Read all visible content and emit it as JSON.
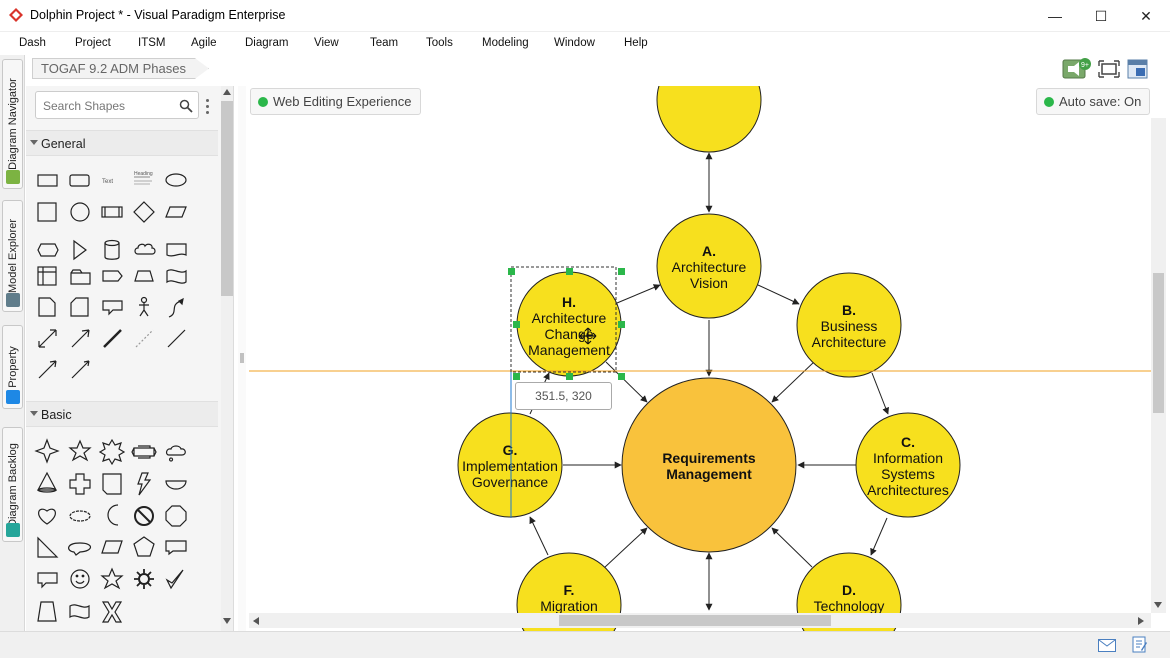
{
  "window": {
    "title": "Dolphin Project * - Visual Paradigm Enterprise",
    "minimize_glyph": "—",
    "maximize_glyph": "☐",
    "close_glyph": "✕"
  },
  "menu": [
    "Dash",
    "Project",
    "ITSM",
    "Agile",
    "Diagram",
    "View",
    "Team",
    "Tools",
    "Modeling",
    "Window",
    "Help"
  ],
  "left_tabs": [
    "Diagram Navigator",
    "Model Explorer",
    "Property",
    "Diagram Backlog"
  ],
  "breadcrumb": "TOGAF 9.2 ADM Phases",
  "toolbar_icons": [
    "announcement-icon",
    "fit-diagram-icon",
    "diagram-layout-icon"
  ],
  "announcement_badge": "9+",
  "palette": {
    "search_placeholder": "Search Shapes",
    "sections": [
      "General",
      "Basic"
    ],
    "general_shapes": [
      "rectangle",
      "rounded-rectangle",
      "text",
      "heading",
      "ellipse",
      "square",
      "circle",
      "process",
      "diamond",
      "parallelogram",
      "hexagon",
      "triangle",
      "cylinder",
      "cloud",
      "document",
      "table",
      "tab-shape",
      "chevron",
      "trapezoid",
      "wave",
      "page",
      "card",
      "callout",
      "actor",
      "curve",
      "double-arrow",
      "arrow",
      "thick-line",
      "dashed-line",
      "line",
      "arrow-line",
      "thin-arrow"
    ],
    "basic_shapes": [
      "star-4",
      "star-5",
      "burst",
      "banner",
      "thought-cloud",
      "cone",
      "cross",
      "folded-page",
      "lightning",
      "half-circle",
      "heart",
      "speech-cloud",
      "moon",
      "no-symbol",
      "octagon",
      "right-triangle",
      "oval-callout",
      "parallelogram",
      "pentagon",
      "rectangle-callout",
      "rect-callout-2",
      "smiley",
      "star",
      "sun",
      "check",
      "trapezoid",
      "flag-wave",
      "x-shape"
    ],
    "text_sample": "Text",
    "heading_sample": "Heading"
  },
  "canvas": {
    "web_editing_label": "Web Editing Experience",
    "autosave_label": "Auto save: On",
    "coord_tooltip": "351.5, 320",
    "nodes": [
      {
        "id": "A",
        "letter": "A.",
        "lines": [
          "Architecture",
          "Vision"
        ]
      },
      {
        "id": "B",
        "letter": "B.",
        "lines": [
          "Business",
          "Architecture"
        ]
      },
      {
        "id": "C",
        "letter": "C.",
        "lines": [
          "Information",
          "Systems",
          "Architectures"
        ]
      },
      {
        "id": "D",
        "letter": "D.",
        "lines": [
          "Technology"
        ]
      },
      {
        "id": "F",
        "letter": "F.",
        "lines": [
          "Migration"
        ]
      },
      {
        "id": "G",
        "letter": "G.",
        "lines": [
          "Implementation",
          "Governance"
        ]
      },
      {
        "id": "H",
        "letter": "H.",
        "lines": [
          "Architecture",
          "Change",
          "Management"
        ]
      },
      {
        "id": "RM",
        "letter": "",
        "lines": [
          "Requirements",
          "Management"
        ]
      }
    ],
    "colors": {
      "phase_fill": "#f7e01e",
      "center_fill": "#f9c23c",
      "guide_line": "#f0a020",
      "selection": "#2bb74a"
    }
  }
}
